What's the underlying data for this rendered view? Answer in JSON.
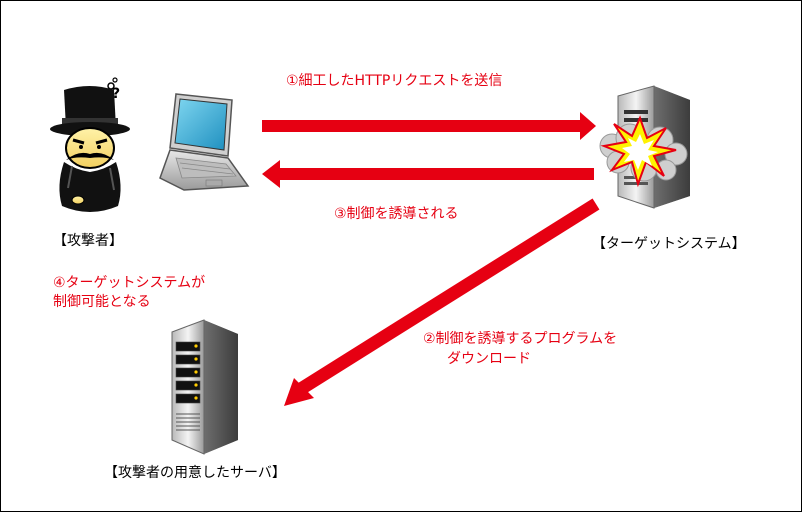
{
  "colors": {
    "arrow": "#e60012",
    "label_red": "#e60012",
    "label_black": "#000000"
  },
  "entities": {
    "attacker_label": "【攻撃者】",
    "target_label": "【ターゲットシステム】",
    "server_label": "【攻撃者の用意したサーバ】"
  },
  "steps": {
    "step1": "①細工したHTTPリクエストを送信",
    "step2_line1": "②制御を誘導するプログラムを",
    "step2_line2": "ダウンロード",
    "step3": "③制御を誘導される",
    "step4_line1": "④ターゲットシステムが",
    "step4_line2": "制御可能となる"
  },
  "icons": {
    "attacker": "hacker-figure-icon",
    "laptop": "laptop-icon",
    "target": "exploded-server-icon",
    "server": "server-tower-icon"
  }
}
